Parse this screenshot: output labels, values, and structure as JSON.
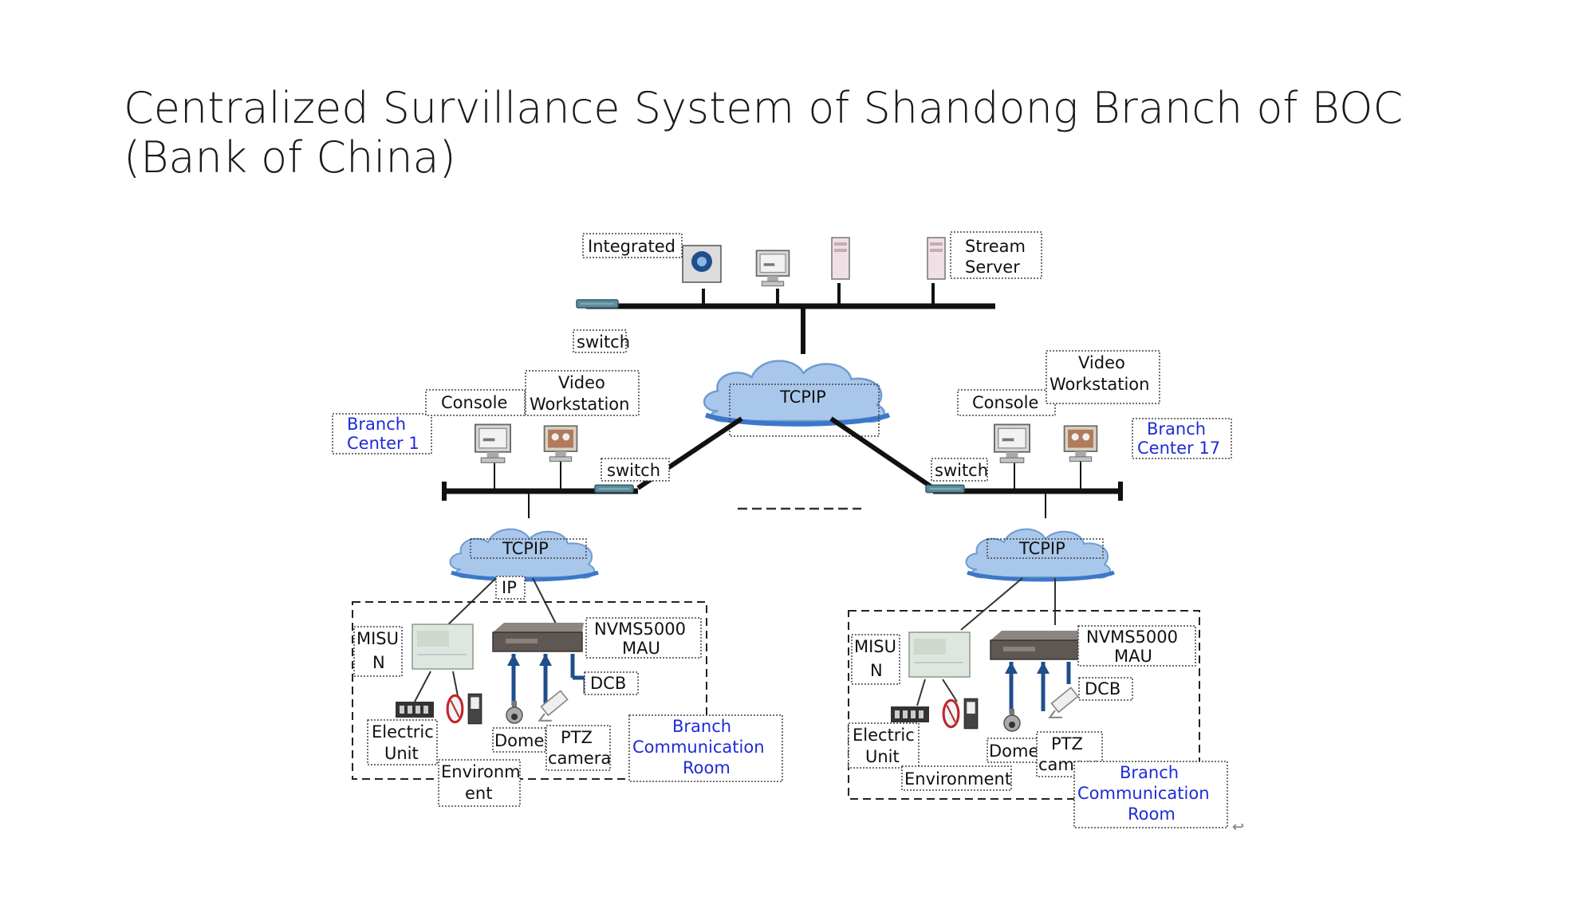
{
  "title": "Centralized Survillance System of Shandong Branch of BOC (Bank of China)",
  "diagram": {
    "top": {
      "integrated": "Integrated",
      "stream_server": [
        "Stream",
        "Server"
      ],
      "switch": "switch",
      "tcpip": "TCPIP"
    },
    "left": {
      "branch_center": [
        "Branch",
        "Center 1"
      ],
      "console": "Console",
      "video_workstation": [
        "Video",
        "Workstation"
      ],
      "switch": "switch",
      "tcpip": "TCPIP",
      "ip": "IP",
      "misun": [
        "MISU",
        "N"
      ],
      "nvms": [
        "NVMS5000",
        "MAU"
      ],
      "dcb": "DCB",
      "electric_unit": [
        "Electric",
        "Unit"
      ],
      "dome": "Dome",
      "ptz_camera": [
        "PTZ",
        "camera"
      ],
      "environment": [
        "Environm",
        "ent"
      ],
      "comm_room": [
        "Branch",
        "Communication",
        "Room"
      ]
    },
    "right": {
      "branch_center": [
        "Branch",
        "Center 17"
      ],
      "console": "Console",
      "video_workstation": [
        "Video",
        "Workstation"
      ],
      "switch": "switch",
      "tcpip": "TCPIP",
      "misun": [
        "MISU",
        "N"
      ],
      "nvms": [
        "NVMS5000",
        "MAU"
      ],
      "dcb": "DCB",
      "electric_unit": [
        "Electric",
        "Unit"
      ],
      "dome": "Dome",
      "ptz_camera": [
        "PTZ",
        "camera"
      ],
      "environment": "Environment",
      "comm_room": [
        "Branch",
        "Communication",
        "Room"
      ]
    }
  }
}
